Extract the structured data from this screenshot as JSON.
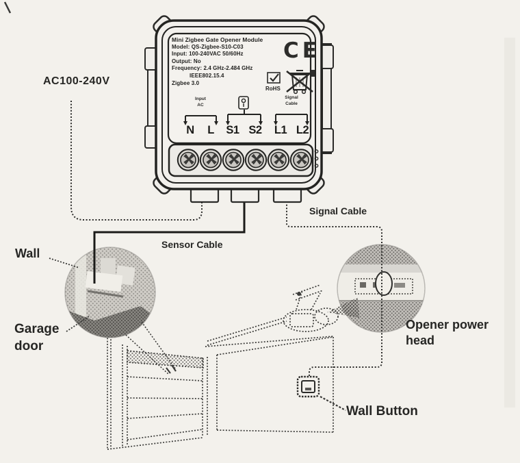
{
  "module": {
    "title": "Mini Zigbee Gate Opener Module",
    "model": "Model: QS-Zigbee-S10-C03",
    "input": "Input: 100-240VAC 50/60Hz",
    "output": "Output: No",
    "frequency": "Frequency: 2.4 GHz-2.484 GHz",
    "ieee": "IEEE802.15.4",
    "zigbee": "Zigbee 3.0",
    "ce_mark": "CE",
    "rohs": "RoHS",
    "terminal_groups": {
      "input_line1": "Input",
      "input_line2": "AC",
      "signal_line1": "Signal",
      "signal_line2": "Cable"
    },
    "terminals": [
      {
        "label": "N"
      },
      {
        "label": "L"
      },
      {
        "label": "S1"
      },
      {
        "label": "S2"
      },
      {
        "label": "L1"
      },
      {
        "label": "L2"
      }
    ]
  },
  "labels": {
    "ac_power": "AC100-240V",
    "sensor_cable": "Sensor Cable",
    "signal_cable": "Signal Cable",
    "wall": "Wall",
    "garage_door_line1": "Garage",
    "garage_door_line2": "door",
    "opener_line1": "Opener power",
    "opener_line2": "head",
    "wall_button": "Wall Button"
  },
  "colors": {
    "ink": "#1d1d1b",
    "paper": "#f3f1ec"
  }
}
